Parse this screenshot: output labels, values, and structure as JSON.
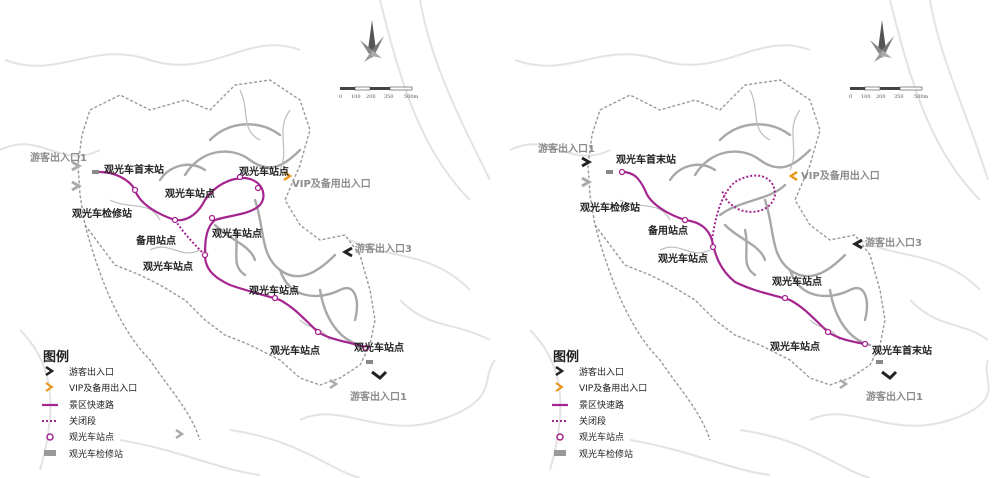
{
  "colors": {
    "route": "#a5258f",
    "vip": "#e8951a",
    "road": "#a8a8a8",
    "boundary": "#9a9a9a",
    "background_roads": "#e3e3e3",
    "text": "#222222",
    "entrance_text": "#8c8c8c"
  },
  "scale_bar": {
    "ticks": [
      "0",
      "100",
      "200",
      "350",
      "500m"
    ]
  },
  "maps": [
    {
      "id": "left",
      "labels": {
        "entrance_1": "游客出入口1",
        "entrance_vip": "VIP及备用出入口",
        "entrance_3": "游客出入口3",
        "entrance_main": "游客出入口1",
        "terminal": "观光车首末站",
        "repair": "观光车检修站",
        "station_top": "观光车站点",
        "station_mid": "观光车站点",
        "station_center": "观光车站点",
        "backup": "备用站点",
        "station_left": "观光车站点",
        "station_lower": "观光车站点",
        "station_bottom": "观光车站点",
        "station_end": "观光车站点"
      },
      "legend": {
        "title": "图例",
        "items": [
          {
            "icon": "black-chevron-icon",
            "label": "游客出入口"
          },
          {
            "icon": "orange-chevron-icon",
            "label": "VIP及备用出入口"
          },
          {
            "icon": "solid-route-line-icon",
            "label": "景区快速路"
          },
          {
            "icon": "dotted-route-line-icon",
            "label": "关闭段"
          },
          {
            "icon": "station-ring-icon",
            "label": "观光车站点"
          },
          {
            "icon": "repair-block-icon",
            "label": "观光车检修站"
          }
        ]
      }
    },
    {
      "id": "right",
      "labels": {
        "entrance_1": "游客出入口1",
        "entrance_vip": "VIP及备用出入口",
        "entrance_3": "游客出入口3",
        "entrance_main": "游客出入口1",
        "terminal": "观光车首末站",
        "repair": "观光车检修站",
        "backup": "备用站点",
        "station_left": "观光车站点",
        "station_lower": "观光车站点",
        "station_bottom": "观光车站点",
        "terminal_end": "观光车首末站"
      },
      "legend": {
        "title": "图例",
        "items": [
          {
            "icon": "black-chevron-icon",
            "label": "游客出入口"
          },
          {
            "icon": "orange-chevron-icon",
            "label": "VIP及备用出入口"
          },
          {
            "icon": "solid-route-line-icon",
            "label": "景区快速路"
          },
          {
            "icon": "dotted-route-line-icon",
            "label": "关闭段"
          },
          {
            "icon": "station-ring-icon",
            "label": "观光车站点"
          },
          {
            "icon": "repair-block-icon",
            "label": "观光车检修站"
          }
        ]
      }
    }
  ]
}
